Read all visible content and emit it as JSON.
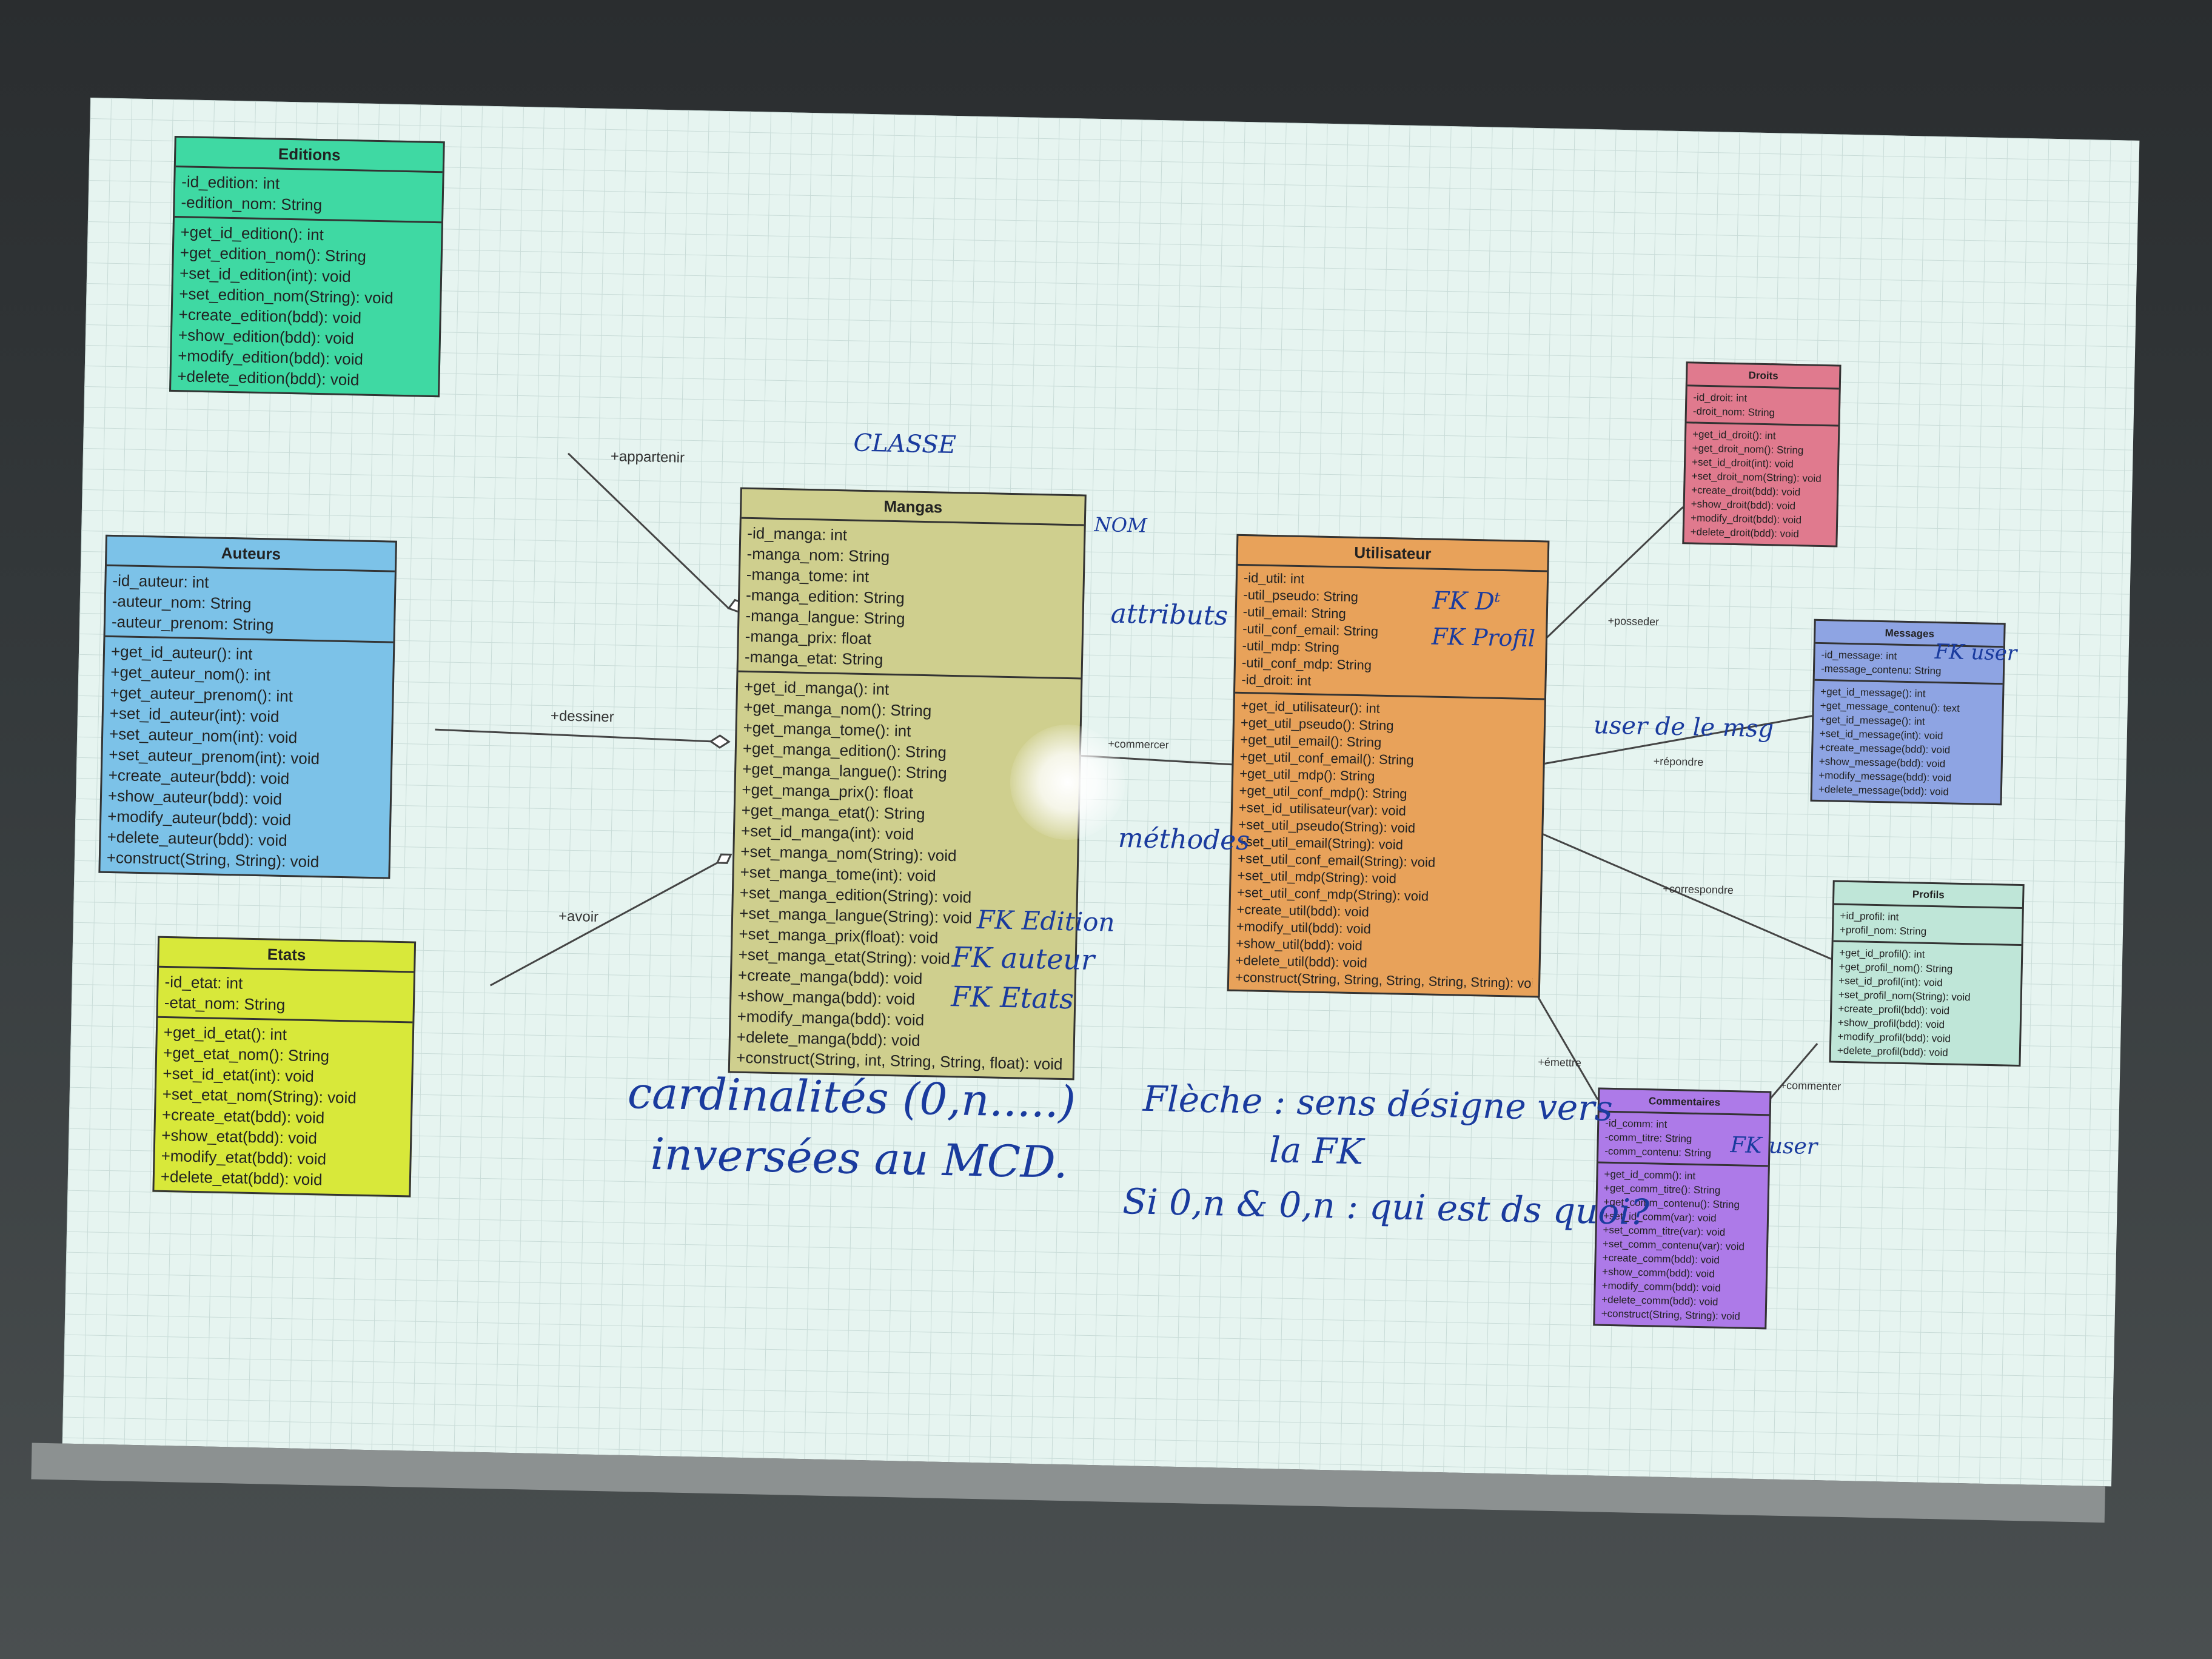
{
  "classes": {
    "editions": {
      "name": "Editions",
      "color": "#3fd9a3",
      "attributes": [
        "-id_edition: int",
        "-edition_nom: String"
      ],
      "methods": [
        "+get_id_edition(): int",
        "+get_edition_nom(): String",
        "+set_id_edition(int): void",
        "+set_edition_nom(String): void",
        "+create_edition(bdd): void",
        "+show_edition(bdd): void",
        "+modify_edition(bdd): void",
        "+delete_edition(bdd): void"
      ]
    },
    "auteurs": {
      "name": "Auteurs",
      "color": "#7cc2e8",
      "attributes": [
        "-id_auteur: int",
        "-auteur_nom: String",
        "-auteur_prenom: String"
      ],
      "methods": [
        "+get_id_auteur(): int",
        "+get_auteur_nom(): int",
        "+get_auteur_prenom(): int",
        "+set_id_auteur(int): void",
        "+set_auteur_nom(int): void",
        "+set_auteur_prenom(int): void",
        "+create_auteur(bdd): void",
        "+show_auteur(bdd): void",
        "+modify_auteur(bdd): void",
        "+delete_auteur(bdd): void",
        "+construct(String, String): void"
      ]
    },
    "etats": {
      "name": "Etats",
      "color": "#d8e83a",
      "attributes": [
        "-id_etat: int",
        "-etat_nom: String"
      ],
      "methods": [
        "+get_id_etat(): int",
        "+get_etat_nom(): String",
        "+set_id_etat(int): void",
        "+set_etat_nom(String): void",
        "+create_etat(bdd): void",
        "+show_etat(bdd): void",
        "+modify_etat(bdd): void",
        "+delete_etat(bdd): void"
      ]
    },
    "mangas": {
      "name": "Mangas",
      "color": "#cfcf8e",
      "attributes": [
        "-id_manga: int",
        "-manga_nom: String",
        "-manga_tome: int",
        "-manga_edition: String",
        "-manga_langue: String",
        "-manga_prix: float",
        "-manga_etat: String"
      ],
      "methods": [
        "+get_id_manga(): int",
        "+get_manga_nom(): String",
        "+get_manga_tome(): int",
        "+get_manga_edition(): String",
        "+get_manga_langue(): String",
        "+get_manga_prix(): float",
        "+get_manga_etat(): String",
        "+set_id_manga(int): void",
        "+set_manga_nom(String): void",
        "+set_manga_tome(int): void",
        "+set_manga_edition(String): void",
        "+set_manga_langue(String): void",
        "+set_manga_prix(float): void",
        "+set_manga_etat(String): void",
        "+create_manga(bdd): void",
        "+show_manga(bdd): void",
        "+modify_manga(bdd): void",
        "+delete_manga(bdd): void",
        "+construct(String, int, String, String, float): void"
      ]
    },
    "utilisateur": {
      "name": "Utilisateur",
      "color": "#e8a25a",
      "attributes": [
        "-id_util: int",
        "-util_pseudo: String",
        "-util_email: String",
        "-util_conf_email: String",
        "-util_mdp: String",
        "-util_conf_mdp: String",
        "-id_droit: int"
      ],
      "methods": [
        "+get_id_utilisateur(): int",
        "+get_util_pseudo(): String",
        "+get_util_email(): String",
        "+get_util_conf_email(): String",
        "+get_util_mdp(): String",
        "+get_util_conf_mdp(): String",
        "+set_id_utilisateur(var): void",
        "+set_util_pseudo(String): void",
        "+set_util_email(String): void",
        "+set_util_conf_email(String): void",
        "+set_util_mdp(String): void",
        "+set_util_conf_mdp(String): void",
        "+create_util(bdd): void",
        "+modify_util(bdd): void",
        "+show_util(bdd): void",
        "+delete_util(bdd): void",
        "+construct(String, String, String, String, String): void"
      ]
    },
    "droits": {
      "name": "Droits",
      "color": "#e07a8e",
      "attributes": [
        "-id_droit: int",
        "-droit_nom: String"
      ],
      "methods": [
        "+get_id_droit(): int",
        "+get_droit_nom(): String",
        "+set_id_droit(int): void",
        "+set_droit_nom(String): void",
        "+create_droit(bdd): void",
        "+show_droit(bdd): void",
        "+modify_droit(bdd): void",
        "+delete_droit(bdd): void"
      ]
    },
    "messages": {
      "name": "Messages",
      "color": "#8ea4e3",
      "attributes": [
        "-id_message: int",
        "-message_contenu: String"
      ],
      "methods": [
        "+get_id_message(): int",
        "+get_message_contenu(): text",
        "+get_id_message(): int",
        "+set_id_message(int): void",
        "+create_message(bdd): void",
        "+show_message(bdd): void",
        "+modify_message(bdd): void",
        "+delete_message(bdd): void"
      ]
    },
    "profils": {
      "name": "Profils",
      "color": "#bfe6d8",
      "attributes": [
        "+id_profil: int",
        "+profil_nom: String"
      ],
      "methods": [
        "+get_id_profil(): int",
        "+get_profil_nom(): String",
        "+set_id_profil(int): void",
        "+set_profil_nom(String): void",
        "+create_profil(bdd): void",
        "+show_profil(bdd): void",
        "+modify_profil(bdd): void",
        "+delete_profil(bdd): void"
      ]
    },
    "commentaires": {
      "name": "Commentaires",
      "color": "#ad7ae8",
      "attributes": [
        "-id_comm: int",
        "-comm_titre: String",
        "-comm_contenu: String"
      ],
      "methods": [
        "+get_id_comm(): int",
        "+get_comm_titre(): String",
        "+get_comm_contenu(): String",
        "+set_id_comm(var): void",
        "+set_comm_titre(var): void",
        "+set_comm_contenu(var): void",
        "+create_comm(bdd): void",
        "+show_comm(bdd): void",
        "+modify_comm(bdd): void",
        "+delete_comm(bdd): void",
        "+construct(String, String): void"
      ]
    }
  },
  "relations": {
    "appartenir": "+appartenir",
    "dessiner": "+dessiner",
    "avoir": "+avoir",
    "commercer": "+commercer",
    "posseder": "+posseder",
    "repondre": "+répondre",
    "correspondre": "+correspondre",
    "emettre": "+émettre",
    "commenter": "+commenter"
  },
  "annotations": {
    "classe": "CLASSE",
    "nom": "NOM",
    "attributs": "attributs",
    "methodes": "méthodes",
    "fk_edition": "FK Edition",
    "fk_auteur": "FK auteur",
    "fk_etats": "FK Etats",
    "fk_droit": "FK Dᵗ",
    "fk_profil": "FK Profil",
    "fk_user_messages": "FK user",
    "fk_user_comm": "FK user",
    "user_msg": "user de le msg",
    "cardinalites_1": "cardinalités (0,n.....)",
    "cardinalites_2": "inversées au MCD.",
    "fleche_1": "Flèche : sens désigne vers",
    "fleche_2": "la FK",
    "question": "Si 0,n & 0,n : qui est ds quoi?"
  },
  "ink_color": "#1a3b9e"
}
